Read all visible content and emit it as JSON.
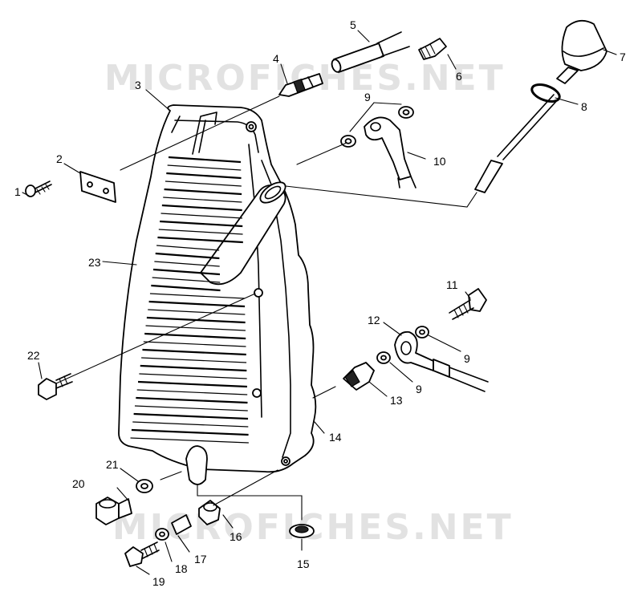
{
  "diagram": {
    "watermarks": [
      "MICROFICHES.NET",
      "MICROFICHES.NET"
    ],
    "callouts": [
      {
        "id": "c1",
        "label": "1"
      },
      {
        "id": "c2",
        "label": "2"
      },
      {
        "id": "c3",
        "label": "3"
      },
      {
        "id": "c4",
        "label": "4"
      },
      {
        "id": "c5",
        "label": "5"
      },
      {
        "id": "c6",
        "label": "6"
      },
      {
        "id": "c7",
        "label": "7"
      },
      {
        "id": "c8",
        "label": "8"
      },
      {
        "id": "c9a",
        "label": "9"
      },
      {
        "id": "c9b",
        "label": "9"
      },
      {
        "id": "c9c",
        "label": "9"
      },
      {
        "id": "c10",
        "label": "10"
      },
      {
        "id": "c11",
        "label": "11"
      },
      {
        "id": "c12",
        "label": "12"
      },
      {
        "id": "c13",
        "label": "13"
      },
      {
        "id": "c14",
        "label": "14"
      },
      {
        "id": "c15",
        "label": "15"
      },
      {
        "id": "c16",
        "label": "16"
      },
      {
        "id": "c17",
        "label": "17"
      },
      {
        "id": "c18",
        "label": "18"
      },
      {
        "id": "c19",
        "label": "19"
      },
      {
        "id": "c20",
        "label": "20"
      },
      {
        "id": "c21",
        "label": "21"
      },
      {
        "id": "c22",
        "label": "22"
      },
      {
        "id": "c23",
        "label": "23"
      }
    ]
  }
}
